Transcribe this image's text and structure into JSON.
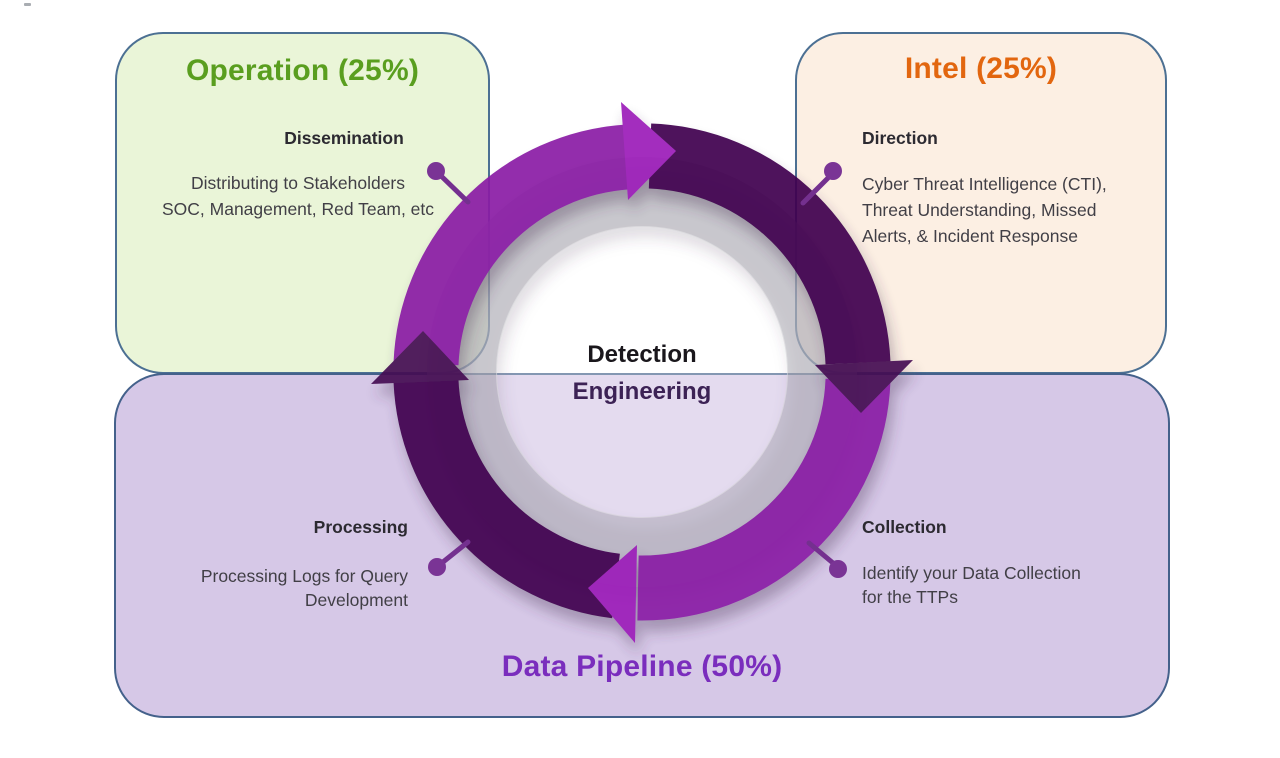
{
  "center_label": {
    "line1": "Detection",
    "line2": "Engineering"
  },
  "boxes": {
    "operation": {
      "title": "Operation (25%)",
      "title_color": "#5a9e1f",
      "fill": "#eaf5d8",
      "border": "#4c7093"
    },
    "intel": {
      "title": "Intel (25%)",
      "title_color": "#e2660f",
      "fill": "#fcefe3",
      "border": "#4c7093"
    },
    "data_pipeline": {
      "title": "Data Pipeline (50%)",
      "title_color": "#7a2dbd",
      "fill": "#d6c8e7",
      "border": "#44618b"
    }
  },
  "callouts": {
    "dissemination": {
      "label": "Dissemination",
      "lines": [
        "Distributing to Stakeholders",
        "SOC, Management, Red Team, etc"
      ]
    },
    "direction": {
      "label": "Direction",
      "lines": [
        "Cyber Threat Intelligence (CTI),",
        "Threat Understanding, Missed",
        "Alerts, & Incident Response"
      ]
    },
    "processing": {
      "label": "Processing",
      "lines": [
        "Processing Logs for Query",
        "Development"
      ]
    },
    "collection": {
      "label": "Collection",
      "lines": [
        "Identify your Data Collection",
        "for the TTPs"
      ]
    }
  },
  "cycle": {
    "bright_arrow_color": "#8a1fa5",
    "bright_head_color": "#9c1db9",
    "dark_arrow_color": "#41064f",
    "dark_head_color": "#450b53",
    "ring_gray": "#bcbac1",
    "connector_color": "#74308f",
    "dot_color": "#7a3495"
  }
}
